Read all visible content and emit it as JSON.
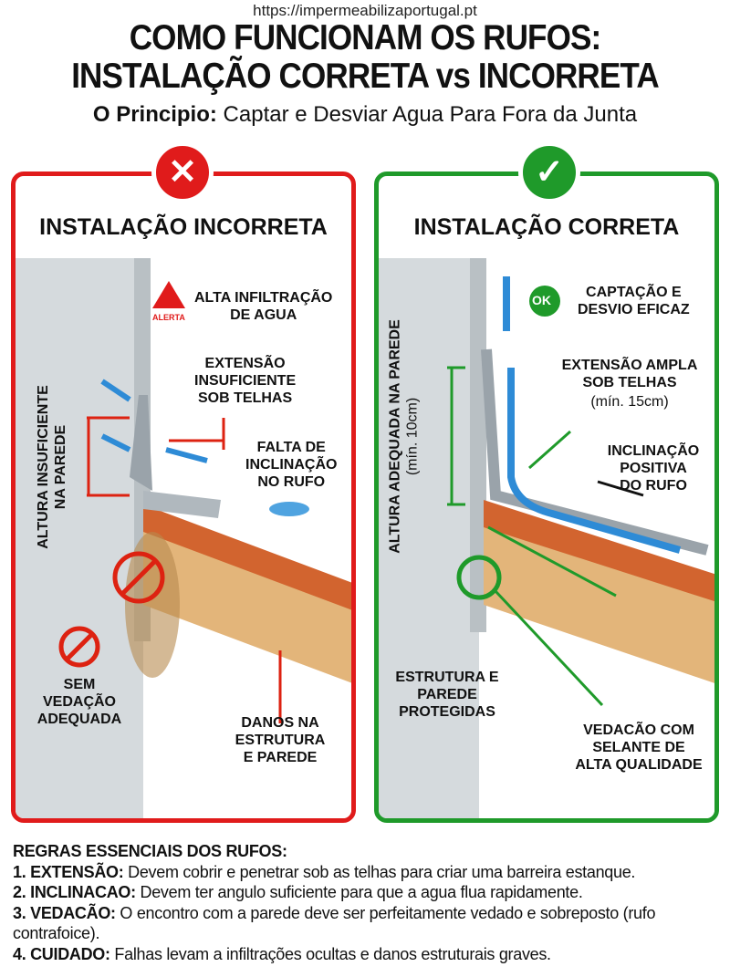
{
  "url": "https://impermeabilizaportugal.pt",
  "title_line1": "COMO FUNCIONAM OS RUFOS:",
  "title_line2": "INSTALAÇÃO CORRETA vs INCORRETA",
  "subtitle_bold": "O Principio:",
  "subtitle_text": " Captar e Desviar Agua Para Fora da Junta",
  "incorrect": {
    "heading": "INSTALAÇÃO INCORRETA",
    "badge": "✕",
    "color": "#e01b1b",
    "alert": "ALERTA",
    "infiltration": "ALTA INFILTRAÇÃO\nDE AGUA",
    "extension": "EXTENSÃO\nINSUFICIENTE\nSOB TELHAS",
    "slope": "FALTA DE\nINCLINAÇÃO\nNO RUFO",
    "height": "ALTURA INSUFICIENTE\nNA PAREDE",
    "seal": "SEM\nVEDAÇÃO\nADEQUADA",
    "damage": "DANOS NA\nESTRUTURA\nE PAREDE"
  },
  "correct": {
    "heading": "INSTALAÇÃO CORRETA",
    "badge": "✓",
    "color": "#1f9a2a",
    "ok": "OK",
    "capture": "CAPTAÇÃO E\nDESVIO EFICAZ",
    "extension": "EXTENSÃO AMPLA\nSOB TELHAS",
    "extension_note": "(mín. 15cm)",
    "slope": "INCLINAÇÃO\nPOSITIVA\nDO RUFO",
    "height": "ALTURA ADEQUADA NA PAREDE",
    "height_note": "(mín. 10cm)",
    "protected": "ESTRUTURA E\nPAREDE\nPROTEGIDAS",
    "seal": "VEDACÃO COM\nSELANTE DE\nALTA QUALIDADE"
  },
  "rules": {
    "title": "REGRAS ESSENCIAIS DOS RUFOS:",
    "items": [
      {
        "label": "1. EXTENSÃO:",
        "text": " Devem cobrir e penetrar sob as telhas para criar uma barreira estanque."
      },
      {
        "label": "2. INCLINACAO:",
        "text": " Devem ter angulo suficiente para que a agua flua rapidamente."
      },
      {
        "label": "3. VEDACÃO:",
        "text": " O encontro com a parede deve ser perfeitamente vedado e sobreposto (rufo contrafoice)."
      },
      {
        "label": "4. CUIDADO:",
        "text": " Falhas levam a infiltrações ocultas e danos estruturais graves."
      }
    ]
  }
}
